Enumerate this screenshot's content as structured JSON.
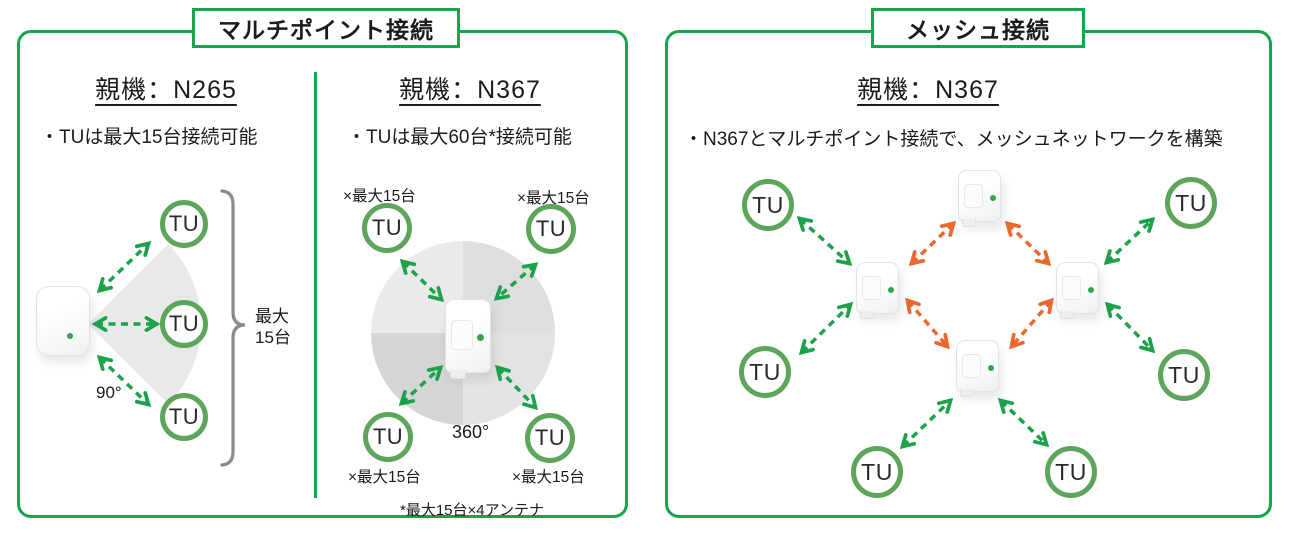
{
  "multipoint": {
    "title": "マルチポイント接続",
    "n265": {
      "heading": "親機：N265",
      "bullet": "・TUは最大15台接続可能",
      "fan_angle": "90°",
      "max_label_line1": "最大",
      "max_label_line2": "15台"
    },
    "n367": {
      "heading": "親機：N367",
      "bullet": "・TUは最大60台*接続可能",
      "coverage_angle": "360°",
      "antenna_labels": [
        "×最大15台",
        "×最大15台",
        "×最大15台",
        "×最大15台"
      ],
      "footnote": "*最大15台×4アンテナ"
    }
  },
  "mesh": {
    "title": "メッシュ接続",
    "heading": "親機：N367",
    "bullet": "・N367とマルチポイント接続で、メッシュネットワークを構築"
  },
  "tu_label": "TU",
  "colors": {
    "panel_border": "#17a54b",
    "tu_ring": "#5ca55b",
    "arrow_green": "#1da24c",
    "arrow_orange": "#e8692e",
    "brace_gray": "#8a8a8a",
    "text": "#1b1b1b"
  }
}
